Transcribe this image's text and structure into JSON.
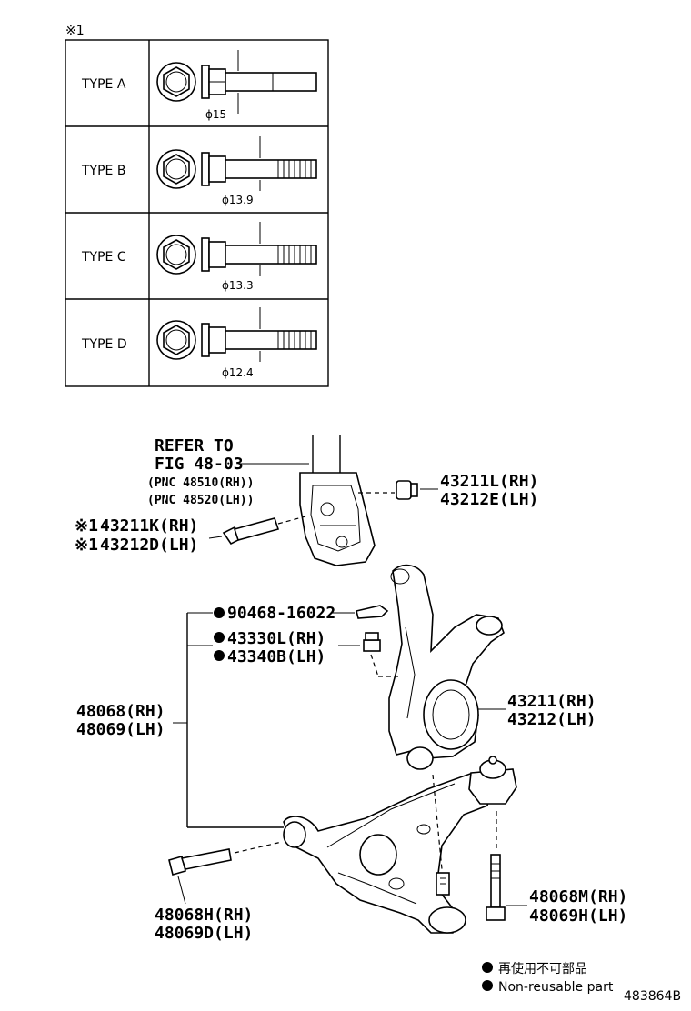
{
  "table": {
    "mark": "※1",
    "rows": [
      {
        "type": "TYPE A",
        "dim": "ϕ15"
      },
      {
        "type": "TYPE B",
        "dim": "ϕ13.9"
      },
      {
        "type": "TYPE C",
        "dim": "ϕ13.3"
      },
      {
        "type": "TYPE D",
        "dim": "ϕ12.4"
      }
    ]
  },
  "refer": {
    "line1": "REFER TO",
    "line2": "FIG 48-03",
    "pnc1": "(PNC 48510(RH))",
    "pnc2": "(PNC 48520(LH))"
  },
  "parts": {
    "nut_rh": "43211L(RH)",
    "nut_lh": "43212E(LH)",
    "bolt_mark": "※1",
    "bolt_rh": "43211K(RH)",
    "bolt_lh": "43212D(LH)",
    "pin": "90468-16022",
    "castle_rh": "43330L(RH)",
    "castle_lh": "43340B(LH)",
    "arm_rh": "48068(RH)",
    "arm_lh": "48069(LH)",
    "knuckle_rh": "43211(RH)",
    "knuckle_lh": "43212(LH)",
    "rear_bolt_rh": "48068M(RH)",
    "rear_bolt_lh": "48069H(LH)",
    "front_bolt_rh": "48068H(RH)",
    "front_bolt_lh": "48069D(LH)"
  },
  "legend": {
    "jp": "再使用不可部品",
    "en": "Non-reusable part"
  },
  "figure_id": "483864B"
}
